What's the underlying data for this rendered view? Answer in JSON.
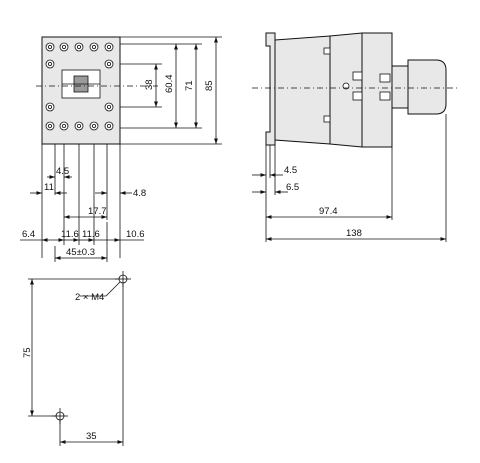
{
  "front_view": {
    "height_inner": "38",
    "height_mid": "60.4",
    "height_71": "71",
    "height_total": "85",
    "dim_4_5": "4.5",
    "dim_11": "11",
    "dim_4_8": "4.8",
    "dim_17_7": "17.7",
    "dim_6_4": "6.4",
    "dim_11_6_a": "11.6",
    "dim_11_6_b": "11.6",
    "dim_10_6": "10.6",
    "dim_45": "45±0.3"
  },
  "side_view": {
    "dim_4_5": "4.5",
    "dim_6_5": "6.5",
    "dim_97_4": "97.4",
    "dim_138": "138"
  },
  "mounting": {
    "hole_label": "2 × M4",
    "height": "75",
    "width": "35"
  }
}
